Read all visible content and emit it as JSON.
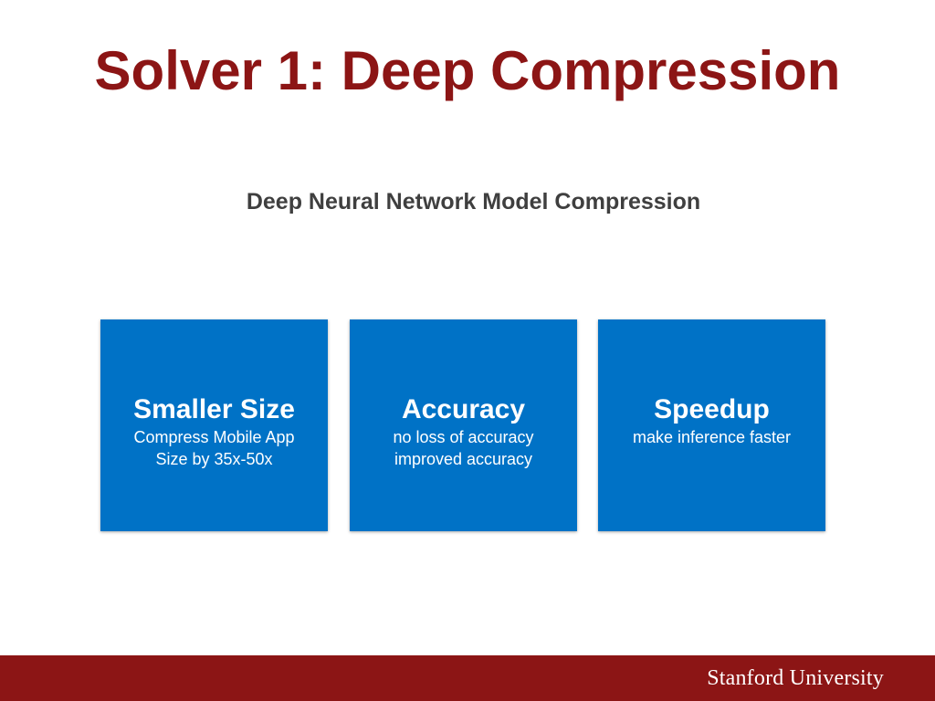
{
  "slide": {
    "title": "Solver 1: Deep Compression",
    "subtitle": "Deep Neural Network Model Compression",
    "cards": [
      {
        "title": "Smaller Size",
        "lines": [
          "Compress Mobile App",
          "Size by 35x-50x"
        ]
      },
      {
        "title": "Accuracy",
        "lines": [
          "no loss of accuracy",
          "improved accuracy"
        ]
      },
      {
        "title": "Speedup",
        "lines": [
          "make inference faster"
        ]
      }
    ]
  },
  "footer": {
    "brand": "Stanford University"
  },
  "colors": {
    "title": "#8c1515",
    "subtitle": "#3f3f3f",
    "card_background": "#0072c6",
    "footer_background": "#8c1515",
    "footer_text": "#ffffff"
  }
}
